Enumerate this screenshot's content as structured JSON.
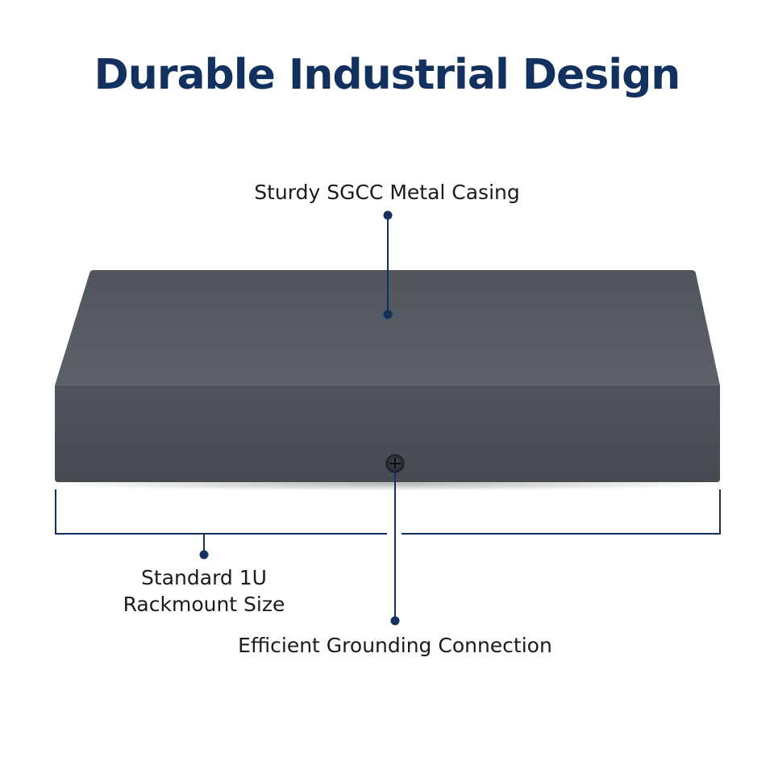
{
  "headline": {
    "text": "Durable Industrial Design",
    "color": "#13315f"
  },
  "callouts": {
    "casing": {
      "text": "Sturdy SGCC Metal Casing"
    },
    "rack_size": {
      "lines": [
        "Standard 1U",
        "Rackmount Size"
      ]
    },
    "grounding": {
      "text": "Efficient Grounding Connection"
    }
  },
  "colors": {
    "accent": "#13315f",
    "casing_top": "#575c64",
    "casing_front": "#4b5058",
    "text": "#1a1a1a"
  },
  "icons": {
    "grounding_screw": "screw-icon"
  }
}
